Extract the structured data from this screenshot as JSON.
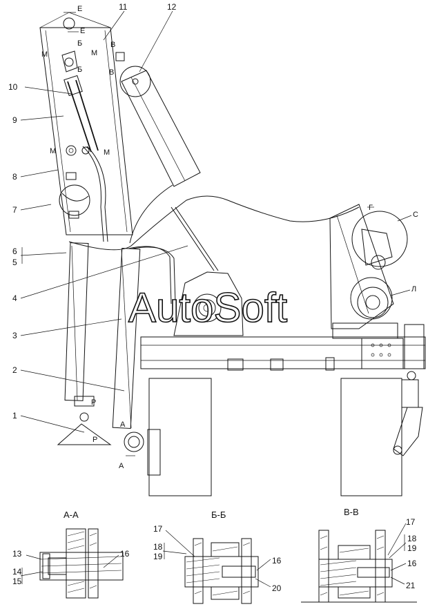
{
  "watermark": "AutoSoft",
  "callouts": [
    "1",
    "2",
    "3",
    "4",
    "5",
    "6",
    "7",
    "8",
    "9",
    "10",
    "11",
    "12",
    "13",
    "14",
    "15",
    "16",
    "17",
    "18",
    "19",
    "20",
    "21"
  ],
  "view_letters": {
    "E": "Е",
    "B_cyr": "Б",
    "V_cyr": "В",
    "M": "М",
    "P": "Р",
    "A": "А",
    "G": "Г",
    "S": "С",
    "L": "Л"
  },
  "sections": {
    "aa": "А-А",
    "bb": "Б-Б",
    "vv": "В-В"
  }
}
